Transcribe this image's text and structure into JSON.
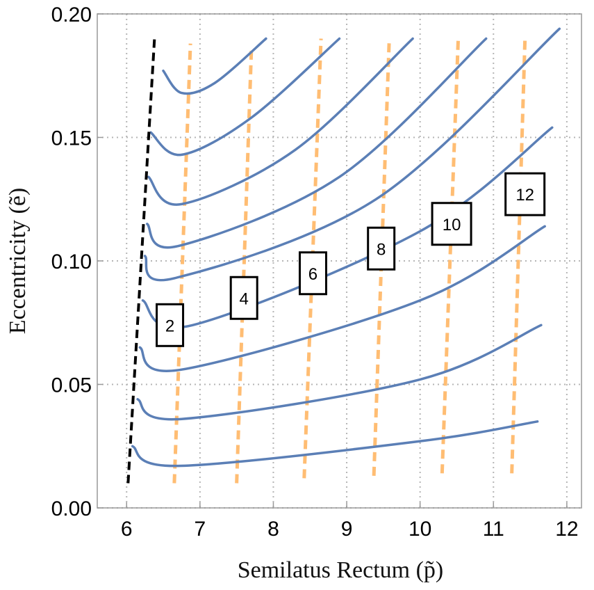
{
  "chart_data": {
    "type": "line",
    "xlabel": "Semilatus Rectum (p̃)",
    "ylabel": "Eccentricity (ẽ)",
    "xlim": [
      5.6,
      12.2
    ],
    "ylim": [
      0.0,
      0.2
    ],
    "xticks": [
      6,
      7,
      8,
      9,
      10,
      11,
      12
    ],
    "xtick_labels": [
      "6",
      "7",
      "8",
      "9",
      "10",
      "11",
      "12"
    ],
    "yticks": [
      0.0,
      0.05,
      0.1,
      0.15,
      0.2
    ],
    "ytick_labels": [
      "0.00",
      "0.05",
      "0.10",
      "0.15",
      "0.20"
    ],
    "grid": true,
    "colors": {
      "trajectory": "#5b7fb6",
      "contour": "#ffbd73",
      "separatrix": "#000000"
    },
    "separatrix": {
      "x": [
        6.02,
        6.38
      ],
      "y": [
        0.01,
        0.19
      ]
    },
    "trajectories": [
      {
        "x": [
          6.5,
          6.75,
          7.2,
          7.9
        ],
        "y": [
          0.177,
          0.168,
          0.172,
          0.19
        ]
      },
      {
        "x": [
          6.33,
          6.75,
          7.7,
          8.9
        ],
        "y": [
          0.152,
          0.143,
          0.158,
          0.19
        ]
      },
      {
        "x": [
          6.3,
          6.75,
          8.3,
          9.9
        ],
        "y": [
          0.134,
          0.123,
          0.145,
          0.19
        ]
      },
      {
        "x": [
          6.28,
          6.7,
          8.9,
          10.9
        ],
        "y": [
          0.115,
          0.106,
          0.134,
          0.19
        ]
      },
      {
        "x": [
          6.25,
          6.65,
          9.4,
          11.9
        ],
        "y": [
          0.102,
          0.093,
          0.125,
          0.194
        ]
      },
      {
        "x": [
          6.22,
          6.9,
          10.0,
          11.8
        ],
        "y": [
          0.084,
          0.074,
          0.112,
          0.154
        ]
      },
      {
        "x": [
          6.18,
          6.75,
          10.0,
          11.7
        ],
        "y": [
          0.065,
          0.056,
          0.084,
          0.114
        ]
      },
      {
        "x": [
          6.15,
          6.75,
          10.0,
          11.65
        ],
        "y": [
          0.044,
          0.036,
          0.052,
          0.074
        ]
      },
      {
        "x": [
          6.08,
          6.7,
          10.0,
          11.6
        ],
        "y": [
          0.025,
          0.017,
          0.027,
          0.035
        ]
      }
    ],
    "contours": [
      {
        "label": "2",
        "x_bottom": 6.65,
        "x_top": 6.87,
        "y_bottom": 0.01,
        "y_top": 0.188,
        "box": [
          6.59,
          0.074
        ]
      },
      {
        "label": "4",
        "x_bottom": 7.5,
        "x_top": 7.7,
        "y_bottom": 0.01,
        "y_top": 0.185,
        "box": [
          7.6,
          0.085
        ]
      },
      {
        "label": "6",
        "x_bottom": 8.42,
        "x_top": 8.65,
        "y_bottom": 0.012,
        "y_top": 0.19,
        "box": [
          8.54,
          0.095
        ]
      },
      {
        "label": "8",
        "x_bottom": 9.37,
        "x_top": 9.58,
        "y_bottom": 0.013,
        "y_top": 0.19,
        "box": [
          9.47,
          0.105
        ]
      },
      {
        "label": "10",
        "x_bottom": 10.3,
        "x_top": 10.52,
        "y_bottom": 0.014,
        "y_top": 0.19,
        "box": [
          10.43,
          0.115
        ]
      },
      {
        "label": "12",
        "x_bottom": 11.25,
        "x_top": 11.43,
        "y_bottom": 0.014,
        "y_top": 0.19,
        "box": [
          11.43,
          0.127
        ]
      }
    ]
  }
}
